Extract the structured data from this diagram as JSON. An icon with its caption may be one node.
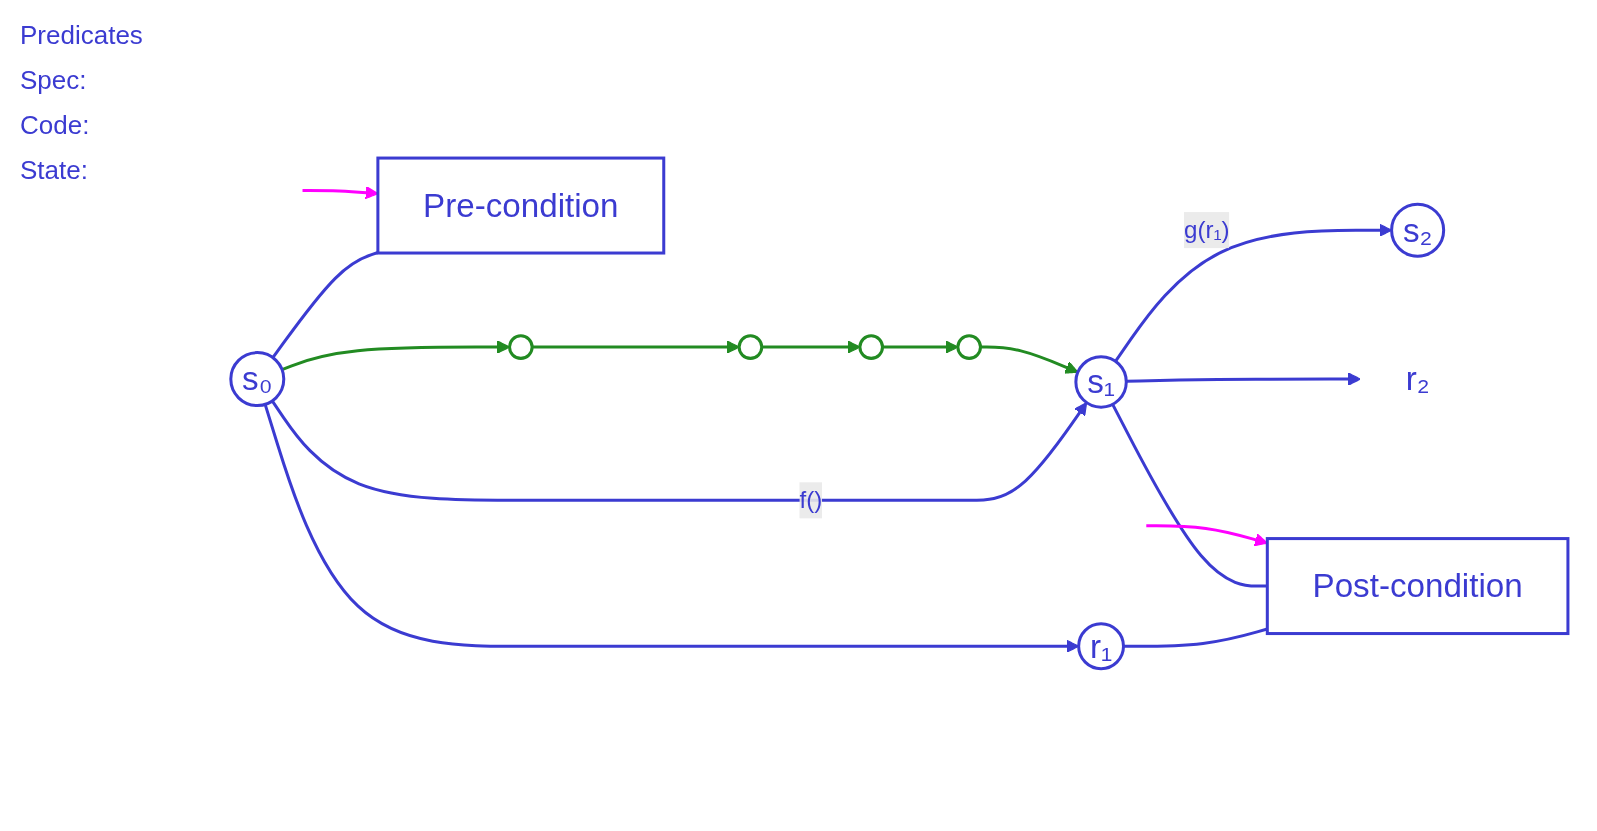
{
  "diagram": {
    "nodes": [
      {
        "text": [
          "Pre-condition"
        ]
      },
      {
        "text": [
          "Post-condition"
        ]
      },
      {
        "text": [
          "s₀"
        ]
      },
      {
        "text": [
          "r₁"
        ]
      },
      {
        "text": [
          "s₁"
        ]
      },
      {
        "text": [
          "s₂"
        ]
      },
      {
        "text": [
          "r₂"
        ]
      },
      {
        "text": [],
        "shape": "circle"
      },
      {
        "text": [],
        "shape": "circle"
      },
      {
        "text": [],
        "shape": "circle"
      },
      {
        "text": [],
        "shape": "circle"
      }
    ],
    "edges": [
      {
        "from": 2,
        "to": 4,
        "arrow": "to",
        "label": "f()"
      },
      {
        "from": 2,
        "to": 3,
        "arrow": "to"
      },
      {
        "from": 4,
        "to": 5,
        "arrow": "to",
        "label": "g(r₁)"
      },
      {
        "from": 4,
        "to": 6,
        "arrow": "to"
      },
      {
        "from": 2,
        "to": 0,
        "arrow": "none"
      },
      {
        "from": 3,
        "to": 1,
        "arrow": "none"
      },
      {
        "from": 4,
        "to": 1,
        "arrow": "none"
      },
      {
        "from": null,
        "to": 0,
        "arrow": "to",
        "color": "#ff00ff"
      },
      {
        "from": null,
        "to": 1,
        "arrow": "to",
        "color": "#ff00ff"
      },
      {
        "from": 2,
        "to": 7,
        "arrow": "to",
        "color": "#228b22"
      },
      {
        "from": 7,
        "to": 8,
        "arrow": "to",
        "color": "#228b22"
      },
      {
        "from": 8,
        "to": 9,
        "arrow": "to",
        "color": "#228b22"
      },
      {
        "from": 9,
        "to": 10,
        "arrow": "to",
        "color": "#228b22"
      },
      {
        "from": 10,
        "to": 4,
        "arrow": "to",
        "color": "#228b22"
      }
    ],
    "labels": [
      "Predicates",
      "Spec:",
      "Code:",
      "State:"
    ]
  }
}
